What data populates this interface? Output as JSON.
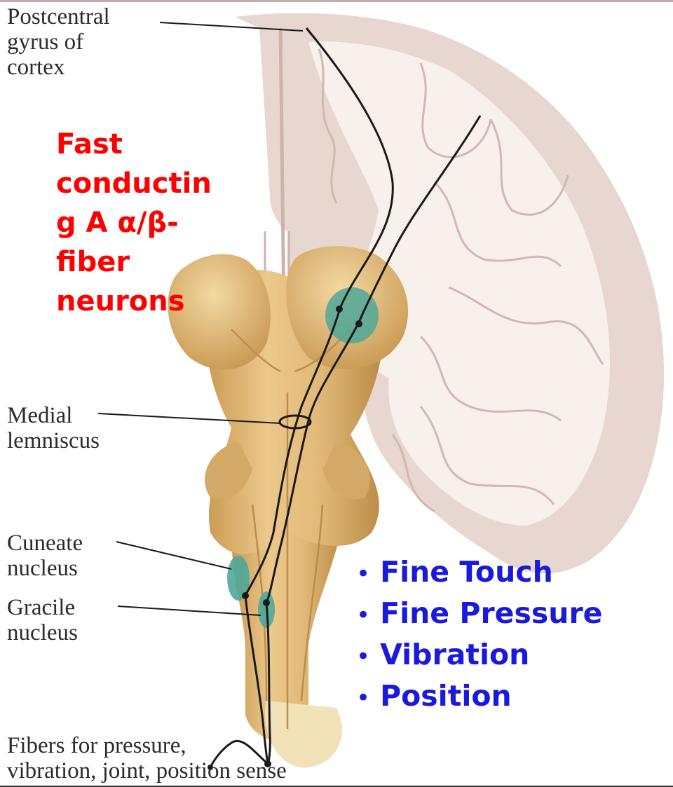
{
  "labels": {
    "postcentral": [
      "Postcentral",
      "gyrus of",
      "cortex"
    ],
    "medial_lemniscus": [
      "Medial",
      "lemniscus"
    ],
    "cuneate": [
      "Cuneate",
      "nucleus"
    ],
    "gracile": [
      "Gracile",
      "nucleus"
    ],
    "fibers": [
      "Fibers for pressure,",
      "vibration, joint, position sense"
    ]
  },
  "fiber_type": [
    "Fast",
    "conductin",
    "g  A α/β-",
    "fiber",
    "neurons"
  ],
  "modalities": [
    "Fine Touch",
    "Fine Pressure",
    "Vibration",
    "Position"
  ],
  "colors": {
    "fiber_type_text": "#ff0000",
    "modalities_text": "#1a1adb",
    "cortex_gray": "#e8d6d0",
    "white_matter": "#f7efe9",
    "brainstem": "#dcb676",
    "nucleus": "#4fa79a",
    "pathway": "#1a1a1a"
  }
}
